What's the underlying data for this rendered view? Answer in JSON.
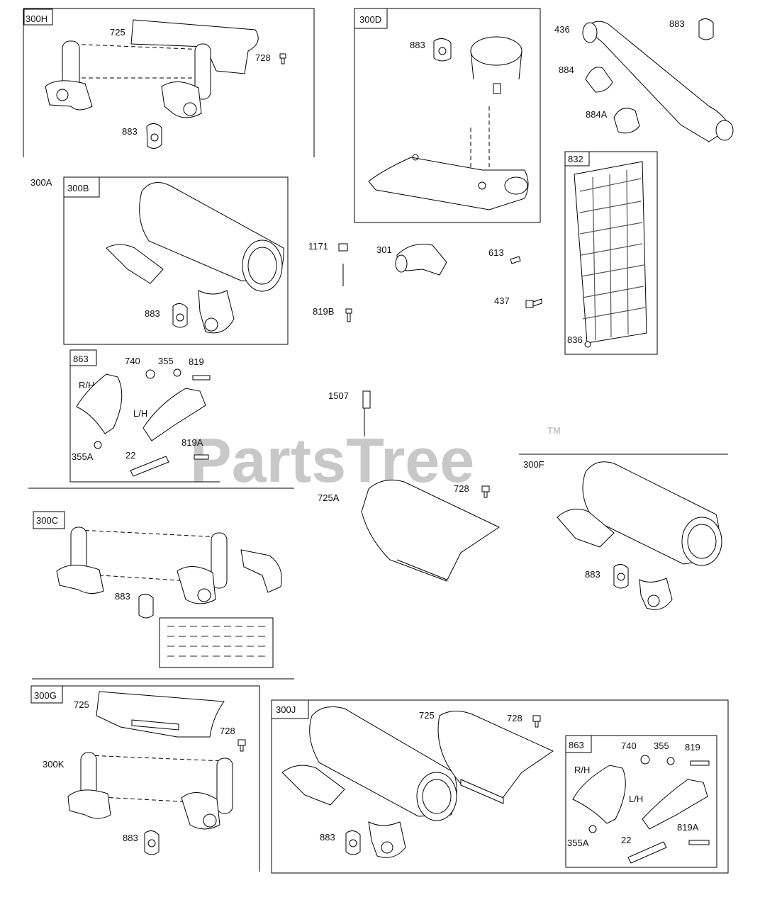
{
  "watermark": {
    "brand": "PartsTree",
    "mark": "TM"
  },
  "box_labels": {
    "b300H": "300H",
    "b300D": "300D",
    "b300A": "300A",
    "b300B": "300B",
    "b832": "832",
    "b863a": "863",
    "b300C": "300C",
    "b300F": "300F",
    "b300G": "300G",
    "b300J": "300J",
    "b863b": "863"
  },
  "part_labels": {
    "p725_h": "725",
    "p728_h": "728",
    "p883_h": "883",
    "p883_d": "883",
    "p436": "436",
    "p883_tr": "883",
    "p884": "884",
    "p884A": "884A",
    "p883_b": "883",
    "p1171": "1171",
    "p301": "301",
    "p613": "613",
    "p437": "437",
    "p819B": "819B",
    "p836": "836",
    "p740_a": "740",
    "p355_a": "355",
    "p819_a": "819",
    "pRH_a": "R/H",
    "pLH_a": "L/H",
    "p355A_a": "355A",
    "p22_a": "22",
    "p819A_a": "819A",
    "p1507": "1507",
    "p725A": "725A",
    "p728_m": "728",
    "p883_c": "883",
    "p883_f": "883",
    "p725_g": "725",
    "p728_g": "728",
    "p300K": "300K",
    "p883_g": "883",
    "p725_j": "725",
    "p728_j": "728",
    "p883_j": "883",
    "p740_b": "740",
    "p355_b": "355",
    "p819_b": "819",
    "pRH_b": "R/H",
    "pLH_b": "L/H",
    "p355A_b": "355A",
    "p22_b": "22",
    "p819A_b": "819A"
  }
}
